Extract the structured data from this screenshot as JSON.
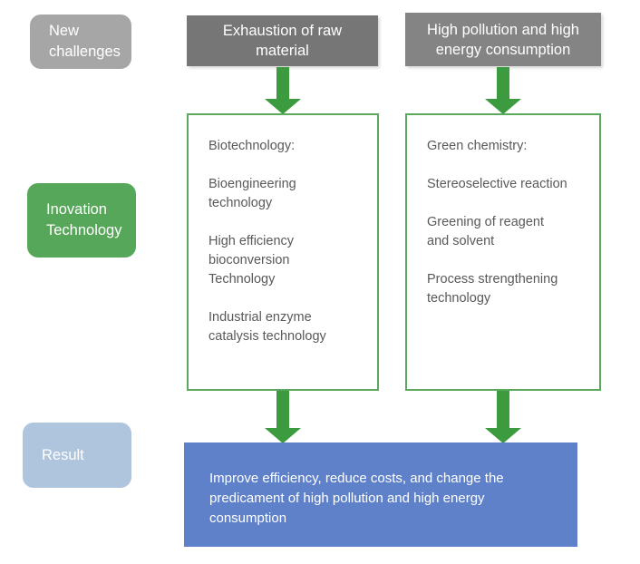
{
  "diagram": {
    "title": "Innovation technology flow diagram",
    "colors": {
      "chip_gray": "#a6a6a6",
      "chip_green": "#57a75a",
      "chip_blue": "#afc4dd",
      "problem_box_left": "#767676",
      "problem_box_right": "#848484",
      "arrow_green": "#3d9b3f",
      "border_green": "#5ba85e",
      "result_blue": "#5f81ca",
      "body_text": "#595959"
    },
    "row_labels": [
      {
        "id": "new-challenges",
        "label": "New\nchallenges"
      },
      {
        "id": "inovation-technology",
        "label": "Inovation\nTechnology"
      },
      {
        "id": "result",
        "label": "Result"
      }
    ],
    "challenges": [
      {
        "id": "exhaustion-of-raw-material",
        "label": "Exhaustion of raw\nmaterial"
      },
      {
        "id": "high-pollution-and-high-energy-consumption",
        "label": "High pollution and high\nenergy consumption"
      }
    ],
    "technology_columns": [
      {
        "id": "biotechnology",
        "heading": "Biotechnology:",
        "items": [
          "Bioengineering\ntechnology",
          "High efficiency\nbioconversion\nTechnology",
          "Industrial enzyme\ncatalysis technology"
        ]
      },
      {
        "id": "green-chemistry",
        "heading": "Green chemistry:",
        "items": [
          "Stereoselective reaction",
          "Greening of reagent\nand solvent",
          "Process strengthening\ntechnology"
        ]
      }
    ],
    "result": {
      "text": "Improve efficiency, reduce costs, and change the\npredicament of high pollution and high energy\nconsumption"
    },
    "arrows": [
      {
        "id": "arrow-challenge-to-tech-left",
        "direction": "down"
      },
      {
        "id": "arrow-challenge-to-tech-right",
        "direction": "down"
      },
      {
        "id": "arrow-tech-to-result-left",
        "direction": "down"
      },
      {
        "id": "arrow-tech-to-result-right",
        "direction": "down"
      }
    ]
  }
}
